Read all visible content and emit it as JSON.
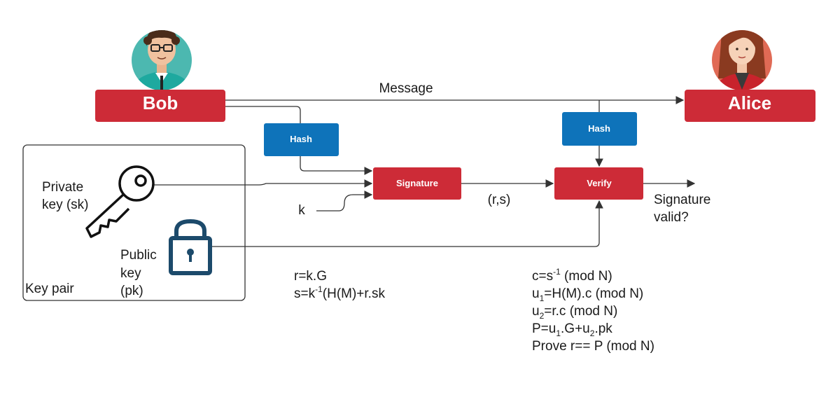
{
  "actors": {
    "bob": {
      "label": "Bob"
    },
    "alice": {
      "label": "Alice"
    }
  },
  "boxes": {
    "hash_left": "Hash",
    "hash_right": "Hash",
    "signature": "Signature",
    "verify": "Verify"
  },
  "labels": {
    "message": "Message",
    "private_key": [
      "Private",
      "key (sk)"
    ],
    "public_key": [
      "Public",
      "key",
      "(pk)"
    ],
    "key_pair": "Key pair",
    "k": "k",
    "rs": "(r,s)",
    "signature_valid": [
      "Signature",
      "valid?"
    ]
  },
  "equations": {
    "sign": {
      "line1": "r=k.G",
      "line2_a": "s=k",
      "line2_sup": "-1",
      "line2_b": "(H(M)+r.sk"
    },
    "verify": {
      "c_a": "c=s",
      "c_sup": "-1",
      "c_b": " (mod N)",
      "u1_a": "u",
      "u1_sub": "1",
      "u1_b": "=H(M).c (mod N)",
      "u2_a": "u",
      "u2_sub": "2",
      "u2_b": "=r.c (mod N)",
      "p_a": "P=u",
      "p_sub1": "1",
      "p_b": ".G+u",
      "p_sub2": "2",
      "p_c": ".pk",
      "prove": "Prove r== P (mod N)"
    }
  },
  "colors": {
    "red": "#cd2b37",
    "blue": "#0e73ba",
    "line": "#333333",
    "lock": "#1c4a6b"
  }
}
